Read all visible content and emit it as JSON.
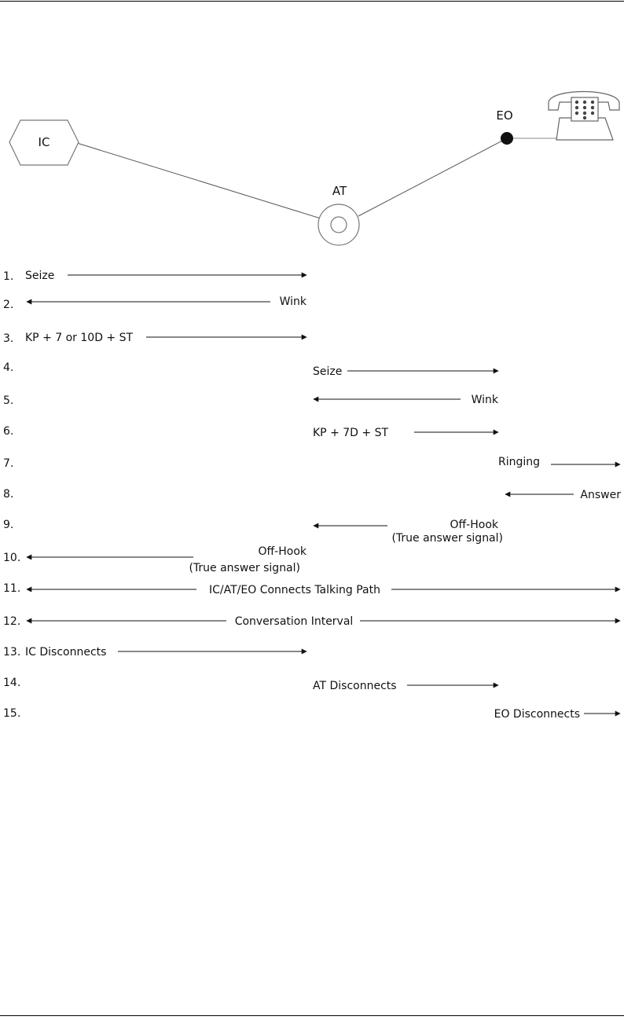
{
  "nodes": {
    "ic": "IC",
    "at": "AT",
    "eo": "EO"
  },
  "steps": [
    {
      "num": "1.",
      "label": "Seize"
    },
    {
      "num": "2.",
      "label": "Wink"
    },
    {
      "num": "3.",
      "label": "KP + 7 or 10D + ST"
    },
    {
      "num": "4.",
      "label": "Seize"
    },
    {
      "num": "5.",
      "label": "Wink"
    },
    {
      "num": "6.",
      "label": "KP + 7D + ST"
    },
    {
      "num": "7.",
      "label": "Ringing"
    },
    {
      "num": "8.",
      "label": "Answer"
    },
    {
      "num": "9.",
      "label": "Off-Hook",
      "sublabel": "(True answer signal)"
    },
    {
      "num": "10.",
      "label": "Off-Hook",
      "sublabel": "(True answer signal)"
    },
    {
      "num": "11.",
      "label": "IC/AT/EO Connects Talking Path"
    },
    {
      "num": "12.",
      "label": "Conversation Interval"
    },
    {
      "num": "13.",
      "label": "IC Disconnects"
    },
    {
      "num": "14.",
      "label": "AT Disconnects"
    },
    {
      "num": "15.",
      "label": "EO Disconnects"
    }
  ]
}
